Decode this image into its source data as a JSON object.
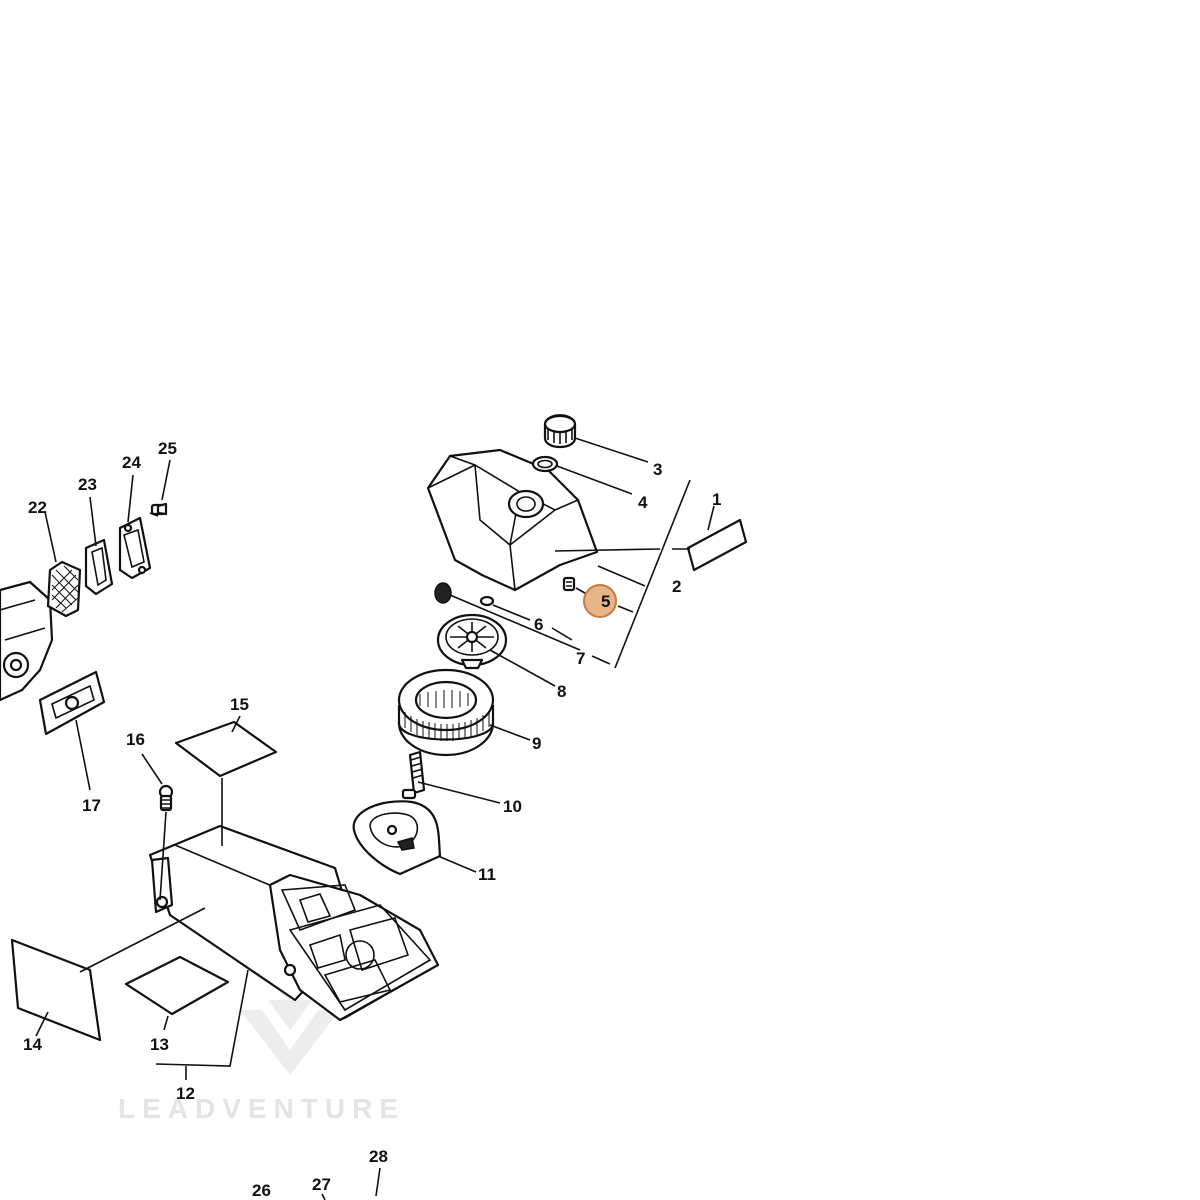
{
  "watermark": {
    "text": "LEADVENTURE"
  },
  "highlight": {
    "part": "5",
    "color": "#e8b48a",
    "stroke": "#c87a3c"
  },
  "callouts": [
    {
      "id": "1",
      "label": "1"
    },
    {
      "id": "2",
      "label": "2"
    },
    {
      "id": "3",
      "label": "3"
    },
    {
      "id": "4",
      "label": "4"
    },
    {
      "id": "5",
      "label": "5"
    },
    {
      "id": "6",
      "label": "6"
    },
    {
      "id": "7",
      "label": "7"
    },
    {
      "id": "8",
      "label": "8"
    },
    {
      "id": "9",
      "label": "9"
    },
    {
      "id": "10",
      "label": "10"
    },
    {
      "id": "11",
      "label": "11"
    },
    {
      "id": "12",
      "label": "12"
    },
    {
      "id": "13",
      "label": "13"
    },
    {
      "id": "14",
      "label": "14"
    },
    {
      "id": "15",
      "label": "15"
    },
    {
      "id": "16",
      "label": "16"
    },
    {
      "id": "17",
      "label": "17"
    },
    {
      "id": "22",
      "label": "22"
    },
    {
      "id": "23",
      "label": "23"
    },
    {
      "id": "24",
      "label": "24"
    },
    {
      "id": "25",
      "label": "25"
    },
    {
      "id": "26",
      "label": "26"
    },
    {
      "id": "27",
      "label": "27"
    },
    {
      "id": "28",
      "label": "28"
    }
  ]
}
